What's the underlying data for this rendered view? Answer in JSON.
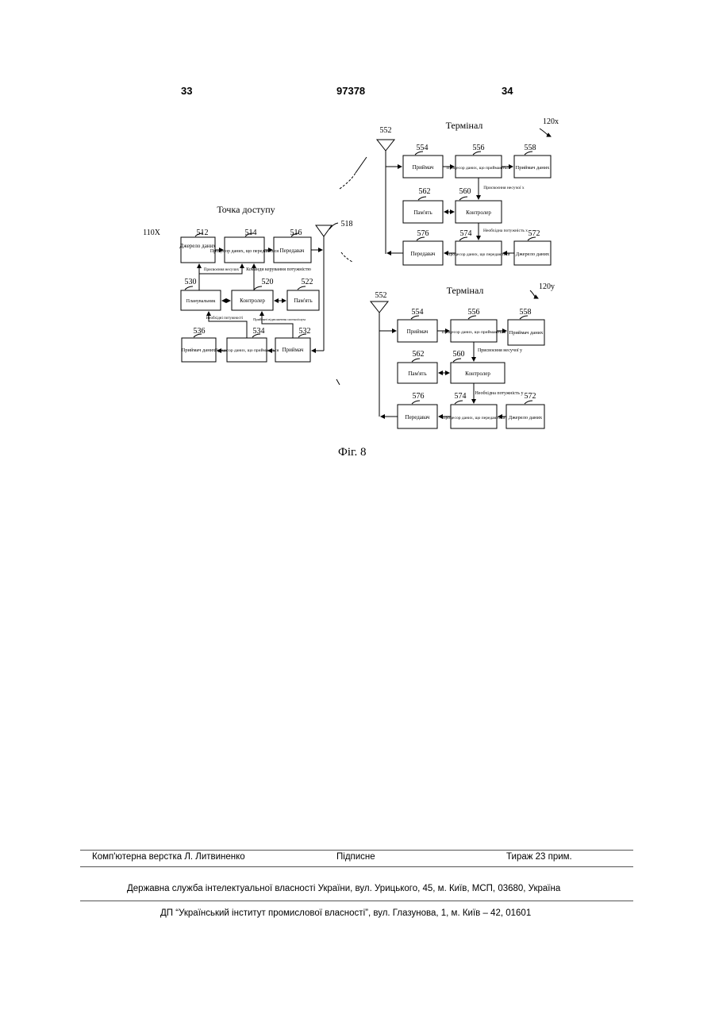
{
  "header": {
    "left_page": "33",
    "doc_number": "97378",
    "right_page": "34"
  },
  "figure": {
    "caption": "Фіг. 8",
    "access_point": {
      "title": "Точка доступу",
      "ref": "110X",
      "antenna_ref": "518",
      "blocks": {
        "data_source": {
          "ref": "512",
          "label": "Джерело даних"
        },
        "tx_processor": {
          "ref": "514",
          "label": "Процесор даних, що передаються"
        },
        "transmitter": {
          "ref": "516",
          "label": "Передавач"
        },
        "scheduler": {
          "ref": "530",
          "label": "Планувальник"
        },
        "controller": {
          "ref": "520",
          "label": "Контролер"
        },
        "memory": {
          "ref": "522",
          "label": "Пам'ять"
        },
        "data_sink": {
          "ref": "536",
          "label": "Приймач даних"
        },
        "rx_processor": {
          "ref": "534",
          "label": "Процесор даних, що приймаються"
        },
        "receiver": {
          "ref": "532",
          "label": "Приймач"
        }
      },
      "signals": {
        "carrier_assign": "Присвоєння несучих",
        "power_cmd": "Команди керування потужністю",
        "required_power": "Необхідні потужності",
        "received_signal": "Прийняті відношення сигнал/шум"
      }
    },
    "terminals": [
      {
        "title": "Термінал",
        "ref": "120x",
        "antenna_ref": "552",
        "blocks": {
          "receiver": {
            "ref": "554",
            "label": "Приймач"
          },
          "rx_processor": {
            "ref": "556",
            "label": "Процесор даних, що приймаються"
          },
          "data_sink": {
            "ref": "558",
            "label": "Приймач даних"
          },
          "memory": {
            "ref": "562",
            "label": "Пам'ять"
          },
          "controller": {
            "ref": "560",
            "label": "Контролер"
          },
          "transmitter": {
            "ref": "576",
            "label": "Передавач"
          },
          "tx_processor": {
            "ref": "574",
            "label": "Процесор даних, що передаються"
          },
          "data_source": {
            "ref": "572",
            "label": "Джерело даних"
          }
        },
        "signals": {
          "carrier_assign": "Присвоєння несучої x",
          "required_power": "Необхідна потужність x"
        }
      },
      {
        "title": "Термінал",
        "ref": "120y",
        "antenna_ref": "552",
        "blocks": {
          "receiver": {
            "ref": "554",
            "label": "Приймач"
          },
          "rx_processor": {
            "ref": "556",
            "label": "Процесор даних, що приймаються"
          },
          "data_sink": {
            "ref": "558",
            "label": "Приймач даних"
          },
          "memory": {
            "ref": "562",
            "label": "Пам'ять"
          },
          "controller": {
            "ref": "560",
            "label": "Контролер"
          },
          "transmitter": {
            "ref": "576",
            "label": "Передавач"
          },
          "tx_processor": {
            "ref": "574",
            "label": "Процесор даних, що передаються"
          },
          "data_source": {
            "ref": "572",
            "label": "Джерело даних"
          }
        },
        "signals": {
          "carrier_assign": "Присвоєння несучої y",
          "required_power": "Необхідна потужність y"
        }
      }
    ]
  },
  "footer": {
    "layout_by": "Комп'ютерна верстка Л. Литвиненко",
    "signed": "Підписне",
    "circulation": "Тираж 23 прим.",
    "agency": "Державна служба інтелектуальної власності України, вул. Урицького, 45, м. Київ, МСП, 03680, Україна",
    "institute": "ДП “Український інститут промислової власності”, вул. Глазунова, 1, м. Київ – 42, 01601"
  }
}
